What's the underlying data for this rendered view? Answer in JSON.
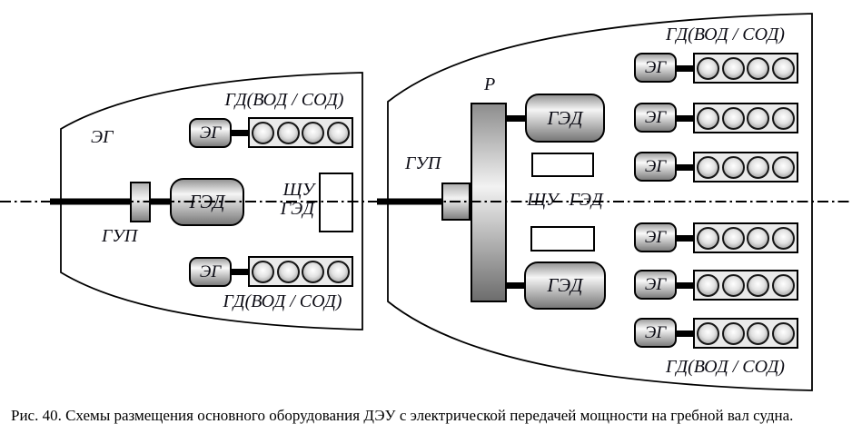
{
  "diagram": {
    "caption": "Рис. 40. Схемы размещения основного оборудования ДЭУ с электрической передачей мощности на гребной вал судна.",
    "labels": {
      "eg_zone": "ЭГ",
      "eg_unit": "ЭГ",
      "ged": "ГЭД",
      "gup": "ГУП",
      "gd_engines": "ГД(ВОД / СОД)",
      "shchu_line1": "ЩУ",
      "shchu_line2": "ГЭД",
      "shchu_ged": "ЩУ ГЭД",
      "reduction_gear": "Р"
    },
    "cylinders_per_engine": 4,
    "colors": {
      "outline": "#000000",
      "background": "#ffffff",
      "engine_fill": "#eaeaea",
      "metal_light": "#f5f5f5",
      "metal_dark": "#787878"
    }
  }
}
